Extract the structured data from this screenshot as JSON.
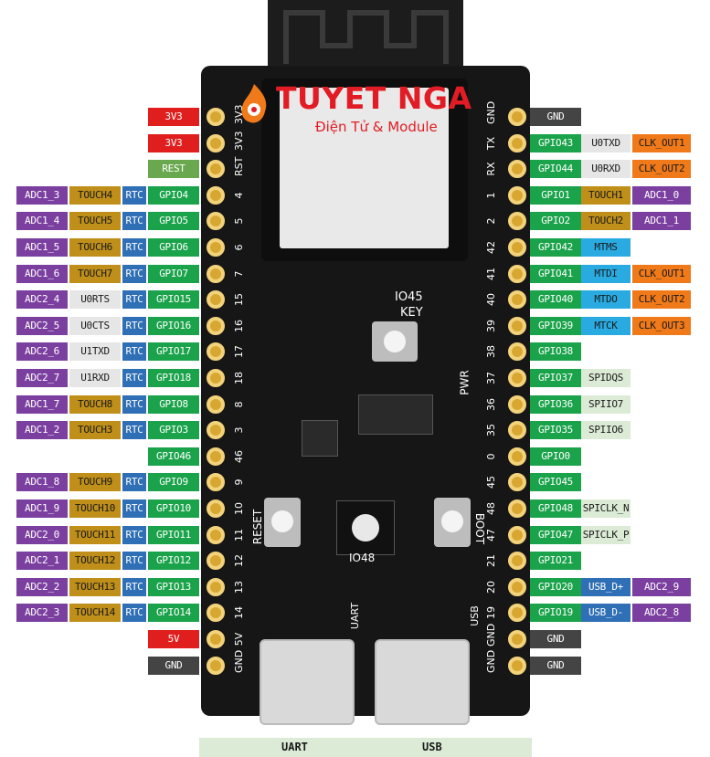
{
  "brand": {
    "title": "TUYET NGA",
    "subtitle": "Điện Tử & Module"
  },
  "board_text": {
    "key_label": "KEY",
    "io45": "IO45",
    "pwr": "PWR",
    "reset": "RESET",
    "boot": "BOOT",
    "io48": "IO48",
    "uart": "UART",
    "usb": "USB"
  },
  "left_pin_numbers": [
    "3V3",
    "3V3",
    "RST",
    "4",
    "5",
    "6",
    "7",
    "15",
    "16",
    "17",
    "18",
    "8",
    "3",
    "46",
    "9",
    "10",
    "11",
    "12",
    "13",
    "14",
    "5V",
    "GND"
  ],
  "right_pin_numbers": [
    "GND",
    "TX",
    "RX",
    "1",
    "2",
    "42",
    "41",
    "40",
    "39",
    "38",
    "37",
    "36",
    "35",
    "0",
    "45",
    "48",
    "47",
    "21",
    "20",
    "19",
    "GND",
    "GND"
  ],
  "left_rows": [
    [
      {
        "t": "3V3",
        "c": "pwr"
      }
    ],
    [
      {
        "t": "3V3",
        "c": "pwr"
      }
    ],
    [
      {
        "t": "REST",
        "c": "rst"
      }
    ],
    [
      {
        "t": "ADC1_3",
        "c": "adc"
      },
      {
        "t": "TOUCH4",
        "c": "touch"
      },
      {
        "t": "RTC",
        "c": "rtc"
      },
      {
        "t": "GPIO4",
        "c": "gpio"
      }
    ],
    [
      {
        "t": "ADC1_4",
        "c": "adc"
      },
      {
        "t": "TOUCH5",
        "c": "touch"
      },
      {
        "t": "RTC",
        "c": "rtc"
      },
      {
        "t": "GPIO5",
        "c": "gpio"
      }
    ],
    [
      {
        "t": "ADC1_5",
        "c": "adc"
      },
      {
        "t": "TOUCH6",
        "c": "touch"
      },
      {
        "t": "RTC",
        "c": "rtc"
      },
      {
        "t": "GPIO6",
        "c": "gpio"
      }
    ],
    [
      {
        "t": "ADC1_6",
        "c": "adc"
      },
      {
        "t": "TOUCH7",
        "c": "touch"
      },
      {
        "t": "RTC",
        "c": "rtc"
      },
      {
        "t": "GPIO7",
        "c": "gpio"
      }
    ],
    [
      {
        "t": "ADC2_4",
        "c": "adc"
      },
      {
        "t": "U0RTS",
        "c": "plain"
      },
      {
        "t": "RTC",
        "c": "rtc"
      },
      {
        "t": "GPIO15",
        "c": "gpio"
      }
    ],
    [
      {
        "t": "ADC2_5",
        "c": "adc"
      },
      {
        "t": "U0CTS",
        "c": "plain"
      },
      {
        "t": "RTC",
        "c": "rtc"
      },
      {
        "t": "GPIO16",
        "c": "gpio"
      }
    ],
    [
      {
        "t": "ADC2_6",
        "c": "adc"
      },
      {
        "t": "U1TXD",
        "c": "plain"
      },
      {
        "t": "RTC",
        "c": "rtc"
      },
      {
        "t": "GPIO17",
        "c": "gpio"
      }
    ],
    [
      {
        "t": "ADC2_7",
        "c": "adc"
      },
      {
        "t": "U1RXD",
        "c": "plain"
      },
      {
        "t": "RTC",
        "c": "rtc"
      },
      {
        "t": "GPIO18",
        "c": "gpio"
      }
    ],
    [
      {
        "t": "ADC1_7",
        "c": "adc"
      },
      {
        "t": "TOUCH8",
        "c": "touch"
      },
      {
        "t": "RTC",
        "c": "rtc"
      },
      {
        "t": "GPIO8",
        "c": "gpio"
      }
    ],
    [
      {
        "t": "ADC1_2",
        "c": "adc"
      },
      {
        "t": "TOUCH3",
        "c": "touch"
      },
      {
        "t": "RTC",
        "c": "rtc"
      },
      {
        "t": "GPIO3",
        "c": "gpio"
      }
    ],
    [
      {
        "t": "GPIO46",
        "c": "gpio"
      }
    ],
    [
      {
        "t": "ADC1_8",
        "c": "adc"
      },
      {
        "t": "TOUCH9",
        "c": "touch"
      },
      {
        "t": "RTC",
        "c": "rtc"
      },
      {
        "t": "GPIO9",
        "c": "gpio"
      }
    ],
    [
      {
        "t": "ADC1_9",
        "c": "adc"
      },
      {
        "t": "TOUCH10",
        "c": "touch"
      },
      {
        "t": "RTC",
        "c": "rtc"
      },
      {
        "t": "GPIO10",
        "c": "gpio"
      }
    ],
    [
      {
        "t": "ADC2_0",
        "c": "adc"
      },
      {
        "t": "TOUCH11",
        "c": "touch"
      },
      {
        "t": "RTC",
        "c": "rtc"
      },
      {
        "t": "GPIO11",
        "c": "gpio"
      }
    ],
    [
      {
        "t": "ADC2_1",
        "c": "adc"
      },
      {
        "t": "TOUCH12",
        "c": "touch"
      },
      {
        "t": "RTC",
        "c": "rtc"
      },
      {
        "t": "GPIO12",
        "c": "gpio"
      }
    ],
    [
      {
        "t": "ADC2_2",
        "c": "adc"
      },
      {
        "t": "TOUCH13",
        "c": "touch"
      },
      {
        "t": "RTC",
        "c": "rtc"
      },
      {
        "t": "GPIO13",
        "c": "gpio"
      }
    ],
    [
      {
        "t": "ADC2_3",
        "c": "adc"
      },
      {
        "t": "TOUCH14",
        "c": "touch"
      },
      {
        "t": "RTC",
        "c": "rtc"
      },
      {
        "t": "GPIO14",
        "c": "gpio"
      }
    ],
    [
      {
        "t": "5V",
        "c": "pwr"
      }
    ],
    [
      {
        "t": "GND",
        "c": "gnd"
      }
    ]
  ],
  "right_rows": [
    [
      {
        "t": "GND",
        "c": "gnd"
      }
    ],
    [
      {
        "t": "GPIO43",
        "c": "gpio"
      },
      {
        "t": "U0TXD",
        "c": "plain"
      },
      {
        "t": "CLK_OUT1",
        "c": "clk"
      }
    ],
    [
      {
        "t": "GPIO44",
        "c": "gpio"
      },
      {
        "t": "U0RXD",
        "c": "plain"
      },
      {
        "t": "CLK_OUT2",
        "c": "clk"
      }
    ],
    [
      {
        "t": "GPIO1",
        "c": "gpio"
      },
      {
        "t": "TOUCH1",
        "c": "touch"
      },
      {
        "t": "ADC1_0",
        "c": "adc"
      }
    ],
    [
      {
        "t": "GPIO2",
        "c": "gpio"
      },
      {
        "t": "TOUCH2",
        "c": "touch"
      },
      {
        "t": "ADC1_1",
        "c": "adc"
      }
    ],
    [
      {
        "t": "GPIO42",
        "c": "gpio"
      },
      {
        "t": "MTMS",
        "c": "jtag"
      }
    ],
    [
      {
        "t": "GPIO41",
        "c": "gpio"
      },
      {
        "t": "MTDI",
        "c": "jtag"
      },
      {
        "t": "CLK_OUT1",
        "c": "clk"
      }
    ],
    [
      {
        "t": "GPIO40",
        "c": "gpio"
      },
      {
        "t": "MTDO",
        "c": "jtag"
      },
      {
        "t": "CLK_OUT2",
        "c": "clk"
      }
    ],
    [
      {
        "t": "GPIO39",
        "c": "gpio"
      },
      {
        "t": "MTCK",
        "c": "jtag"
      },
      {
        "t": "CLK_OUT3",
        "c": "clk"
      }
    ],
    [
      {
        "t": "GPIO38",
        "c": "gpio"
      }
    ],
    [
      {
        "t": "GPIO37",
        "c": "gpio"
      },
      {
        "t": "SPIDQS",
        "c": "spi"
      }
    ],
    [
      {
        "t": "GPIO36",
        "c": "gpio"
      },
      {
        "t": "SPIIO7",
        "c": "spi"
      }
    ],
    [
      {
        "t": "GPIO35",
        "c": "gpio"
      },
      {
        "t": "SPIIO6",
        "c": "spi"
      }
    ],
    [
      {
        "t": "GPIO0",
        "c": "gpio"
      }
    ],
    [
      {
        "t": "GPIO45",
        "c": "gpio"
      }
    ],
    [
      {
        "t": "GPIO48",
        "c": "gpio"
      },
      {
        "t": "SPICLK_N",
        "c": "spi"
      }
    ],
    [
      {
        "t": "GPIO47",
        "c": "gpio"
      },
      {
        "t": "SPICLK_P",
        "c": "spi"
      }
    ],
    [
      {
        "t": "GPIO21",
        "c": "gpio"
      }
    ],
    [
      {
        "t": "GPIO20",
        "c": "gpio"
      },
      {
        "t": "USB_D+",
        "c": "usbd"
      },
      {
        "t": "ADC2_9",
        "c": "adc"
      }
    ],
    [
      {
        "t": "GPIO19",
        "c": "gpio"
      },
      {
        "t": "USB_D-",
        "c": "usbd"
      },
      {
        "t": "ADC2_8",
        "c": "adc"
      }
    ],
    [
      {
        "t": "GND",
        "c": "gnd"
      }
    ],
    [
      {
        "t": "GND",
        "c": "gnd"
      }
    ]
  ],
  "colors": {
    "pwr": {
      "bg": "#e01e1e",
      "fg": "#ffffff"
    },
    "rst": {
      "bg": "#6aa84f",
      "fg": "#ffffff"
    },
    "adc": {
      "bg": "#7b3fa0",
      "fg": "#ffffff"
    },
    "touch": {
      "bg": "#bf8f1a",
      "fg": "#1a1a1a"
    },
    "rtc": {
      "bg": "#2f6fb5",
      "fg": "#ffffff"
    },
    "gpio": {
      "bg": "#1aa34a",
      "fg": "#ffffff"
    },
    "plain": {
      "bg": "#e6e6e6",
      "fg": "#1a1a1a"
    },
    "gnd": {
      "bg": "#444444",
      "fg": "#ffffff"
    },
    "clk": {
      "bg": "#f07a1a",
      "fg": "#1a1a1a"
    },
    "jtag": {
      "bg": "#29abe2",
      "fg": "#1a1a1a"
    },
    "spi": {
      "bg": "#dcebd6",
      "fg": "#1a1a1a"
    },
    "usbd": {
      "bg": "#2f6fb5",
      "fg": "#ffffff"
    }
  },
  "footer": {
    "uart": "UART",
    "usb": "USB"
  }
}
